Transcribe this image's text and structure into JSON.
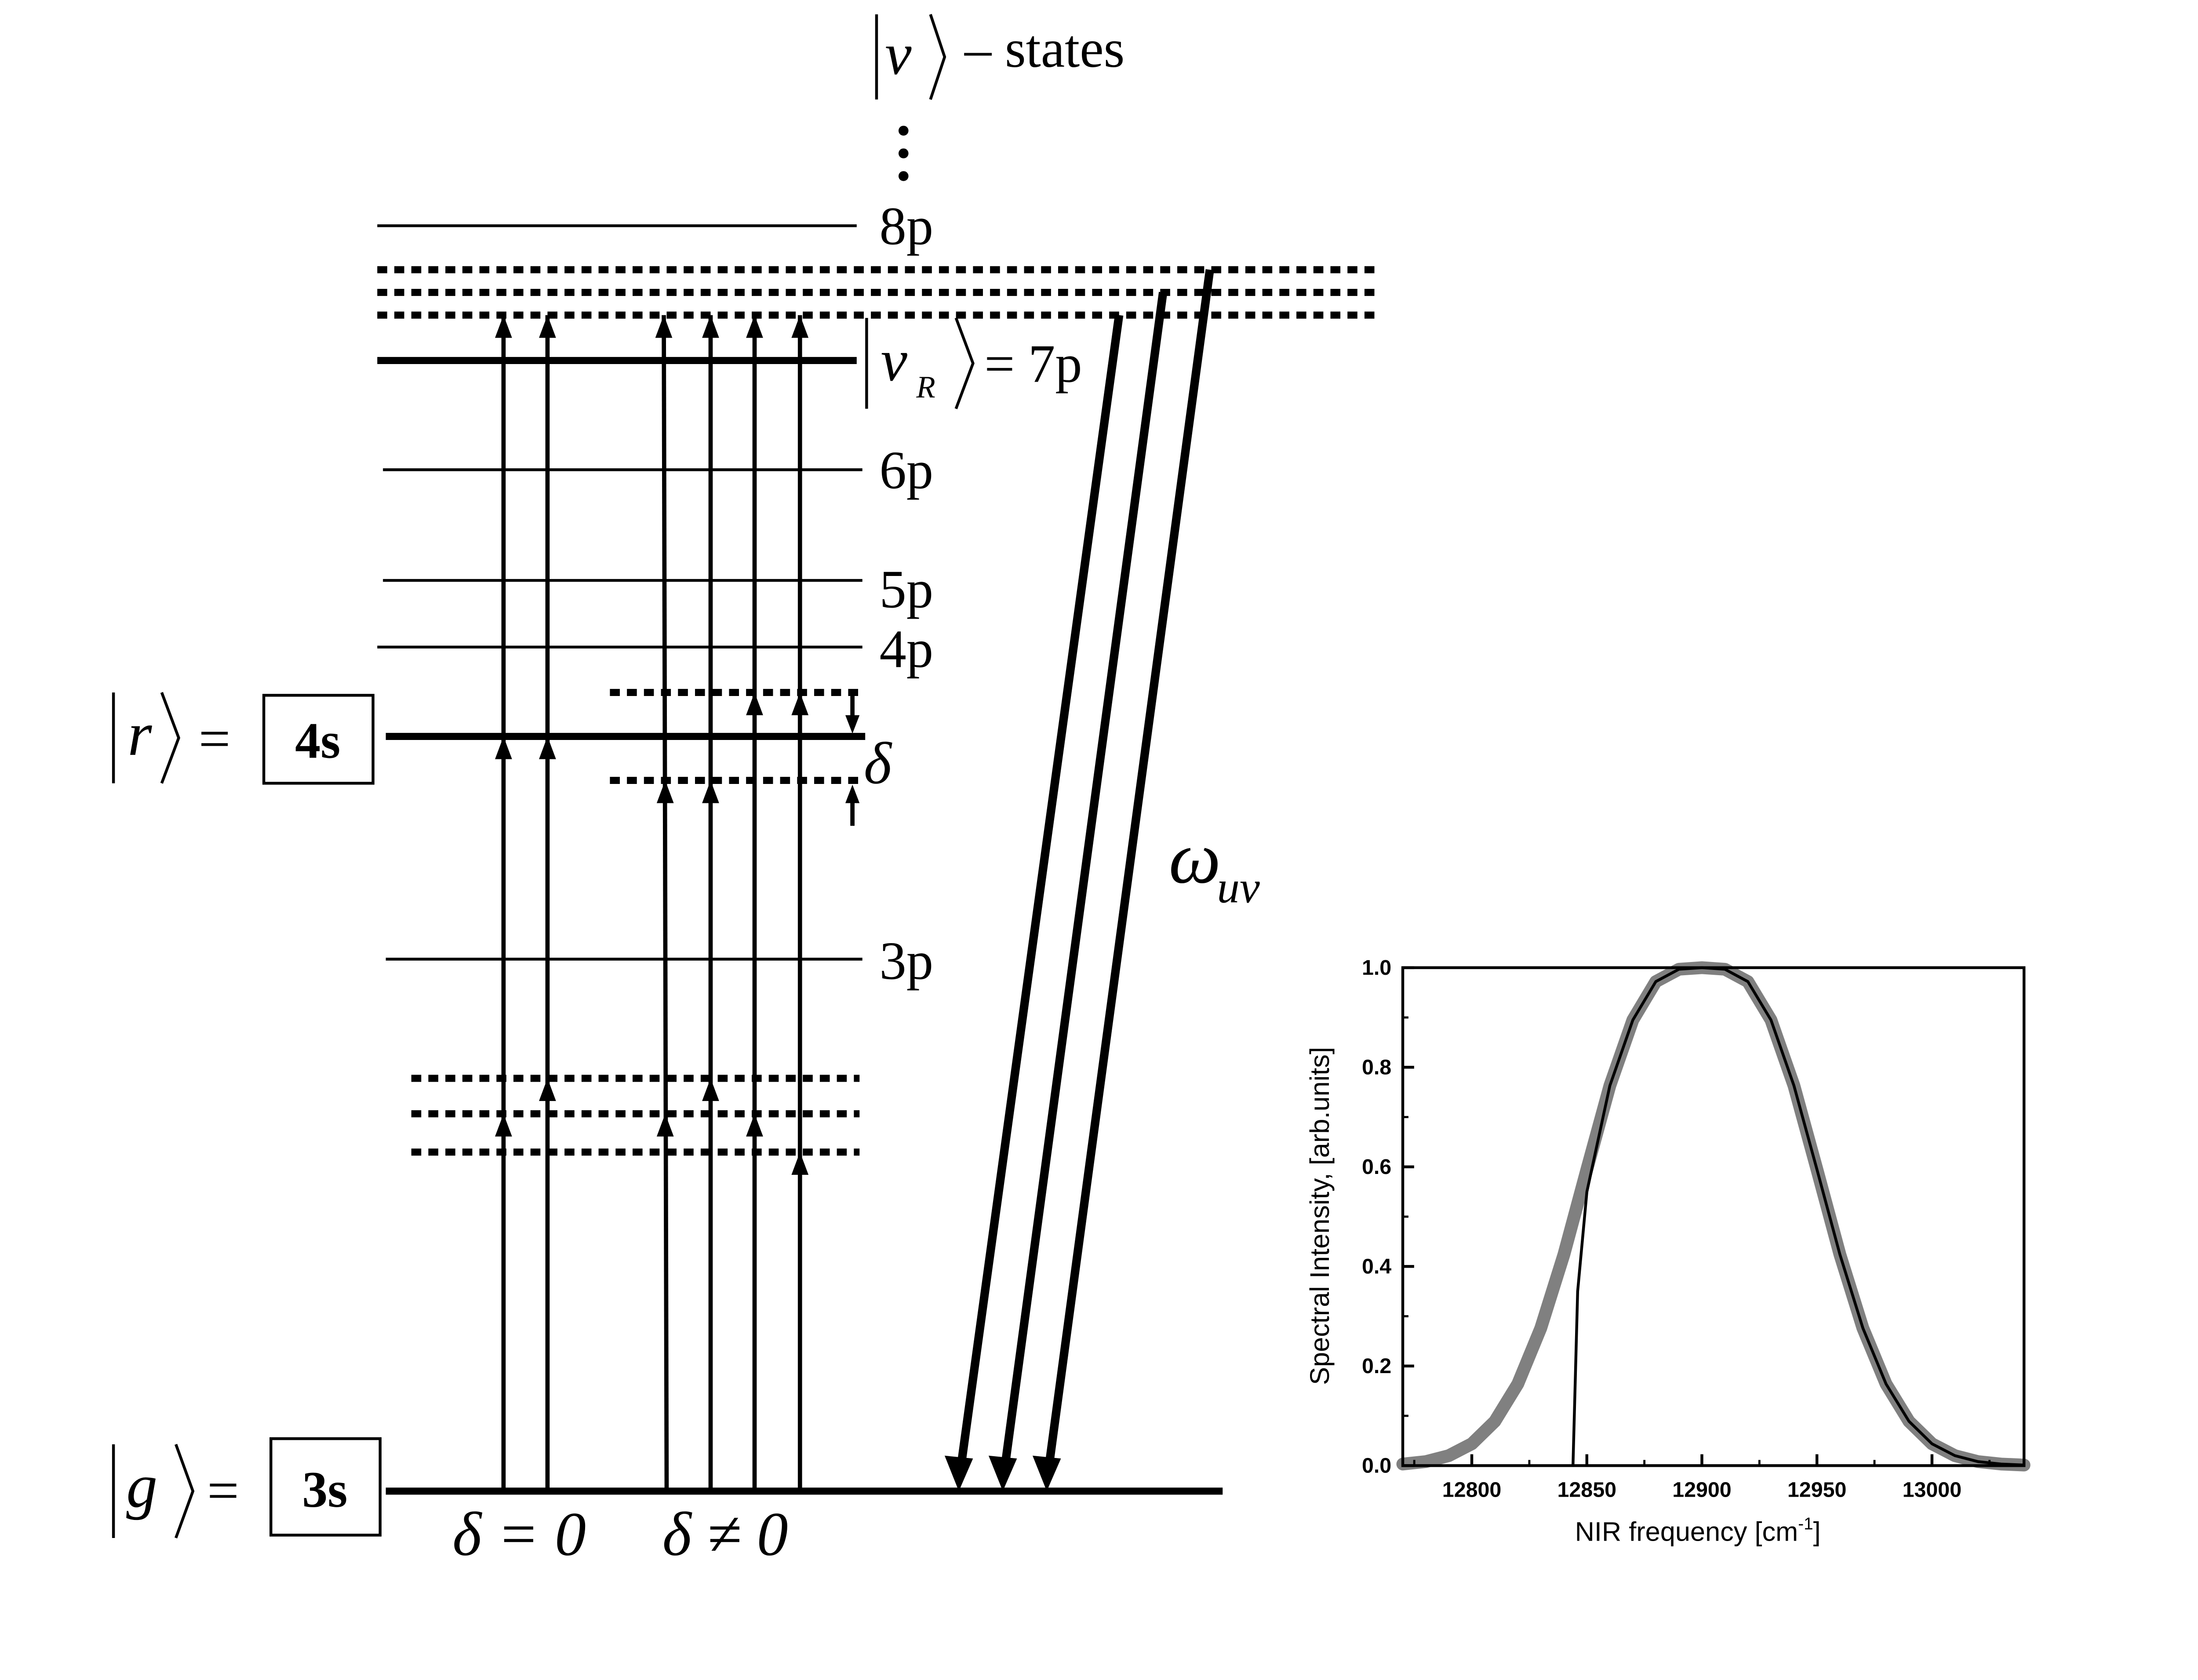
{
  "diagram": {
    "v_states_label": "– states",
    "v_symbol": "v",
    "vR_symbol": "v",
    "vR_subscript": "R",
    "vR_equals": "= 7p",
    "r_symbol": "r",
    "g_symbol": "g",
    "equals": "=",
    "r_state_box": "4s",
    "g_state_box": "3s",
    "delta_symbol": "δ",
    "omega_symbol": "ω",
    "omega_subscript": "uv",
    "delta_zero_label": "δ = 0",
    "delta_nonzero_label": "δ ≠ 0",
    "levels": [
      {
        "name": "8p",
        "label": "8p"
      },
      {
        "name": "6p",
        "label": "6p"
      },
      {
        "name": "5p",
        "label": "5p"
      },
      {
        "name": "4p",
        "label": "4p"
      },
      {
        "name": "3p",
        "label": "3p"
      }
    ]
  },
  "chart_data": {
    "type": "line",
    "xlabel": "NIR frequency [cm",
    "xlabel_superscript": "-1",
    "xlabel_close": "]",
    "ylabel": "Spectral Intensity, [arb.units]",
    "xlim": [
      12770,
      13040
    ],
    "ylim": [
      0.0,
      1.0
    ],
    "x_ticks": [
      12800,
      12850,
      12900,
      12950,
      13000
    ],
    "x_tick_labels": [
      "12800",
      "12850",
      "12900",
      "12950",
      "13000"
    ],
    "y_ticks": [
      0.0,
      0.2,
      0.4,
      0.6,
      0.8,
      1.0
    ],
    "y_tick_labels": [
      "0.0",
      "0.2",
      "0.4",
      "0.6",
      "0.8",
      "1.0"
    ],
    "series": [
      {
        "style": "thick-gray",
        "color": "#808080",
        "x": [
          12770,
          12780,
          12790,
          12800,
          12810,
          12820,
          12830,
          12840,
          12850,
          12860,
          12870,
          12880,
          12890,
          12900,
          12910,
          12920,
          12930,
          12940,
          12950,
          12960,
          12970,
          12980,
          12990,
          13000,
          13010,
          13020,
          13030,
          13040
        ],
        "y": [
          0.003,
          0.008,
          0.02,
          0.044,
          0.089,
          0.164,
          0.276,
          0.424,
          0.595,
          0.763,
          0.895,
          0.972,
          0.997,
          1.0,
          0.997,
          0.972,
          0.895,
          0.763,
          0.595,
          0.424,
          0.276,
          0.164,
          0.089,
          0.044,
          0.02,
          0.008,
          0.003,
          0.001
        ]
      },
      {
        "style": "thin-black",
        "color": "#000000",
        "x": [
          12844,
          12846,
          12850,
          12860,
          12870,
          12880,
          12890,
          12900,
          12910,
          12920,
          12930,
          12940,
          12950,
          12960,
          12970,
          12980,
          12990,
          13000,
          13010,
          13020,
          13030,
          13040
        ],
        "y": [
          0.0,
          0.35,
          0.55,
          0.763,
          0.895,
          0.972,
          0.997,
          1.0,
          0.997,
          0.972,
          0.895,
          0.763,
          0.595,
          0.424,
          0.276,
          0.164,
          0.089,
          0.044,
          0.02,
          0.008,
          0.003,
          0.001
        ]
      }
    ]
  }
}
